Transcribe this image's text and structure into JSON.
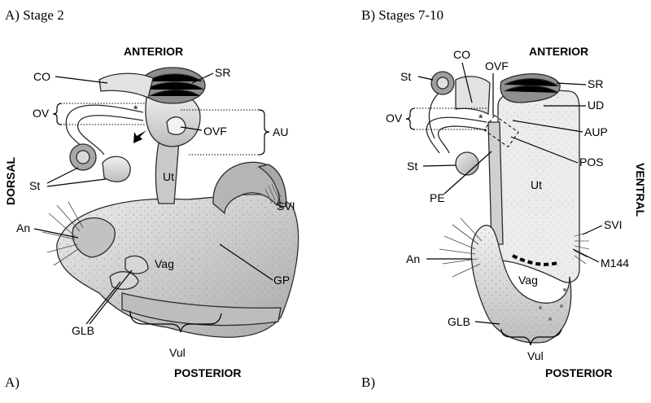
{
  "panels": {
    "a": {
      "title": "A)  Stage 2",
      "footer": "A)",
      "orientation": {
        "top": "ANTERIOR",
        "bottom": "POSTERIOR",
        "side": "DORSAL"
      },
      "labels": {
        "co": "CO",
        "sr": "SR",
        "ov": "OV",
        "asterisk": "*",
        "ovf": "OVF",
        "au": "AU",
        "st": "St",
        "ut": "Ut",
        "svi": "SVI",
        "an": "An",
        "vag": "Vag",
        "gp": "GP",
        "glb": "GLB",
        "vul": "Vul"
      }
    },
    "b": {
      "title": "B) Stages 7-10",
      "footer": "B)",
      "orientation": {
        "top": "ANTERIOR",
        "bottom": "POSTERIOR",
        "side": "VENTRAL"
      },
      "labels": {
        "st_top": "St",
        "co": "CO",
        "ovf": "OVF",
        "sr": "SR",
        "ud": "UD",
        "ov": "OV",
        "asterisk": "*",
        "aup": "AUP",
        "pos": "POS",
        "st_bottom": "St",
        "pe": "PE",
        "ut": "Ut",
        "svi": "SVI",
        "an": "An",
        "m144": "M144",
        "vag": "Vag",
        "glb": "GLB",
        "vul": "Vul"
      }
    }
  },
  "colors": {
    "tissue": "#cfcfcf",
    "tissue_dark": "#8c8c8c",
    "tissue_light": "#ececec"
  }
}
